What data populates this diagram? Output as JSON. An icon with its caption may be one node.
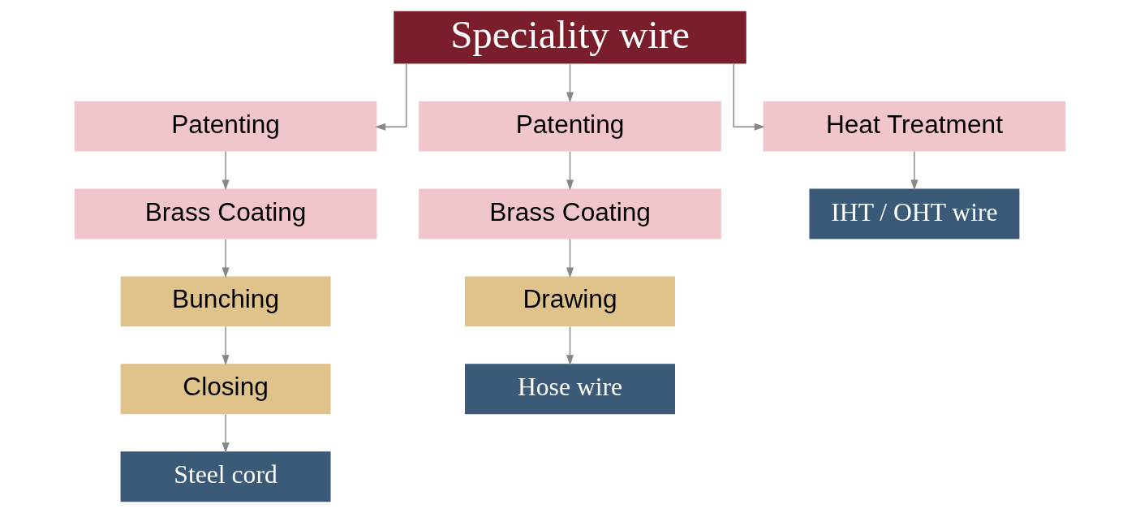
{
  "diagram": {
    "nodes": [
      {
        "text": [
          "Speciality wire"
        ]
      },
      {
        "text": [
          "Patenting"
        ]
      },
      {
        "text": [
          "Patenting"
        ]
      },
      {
        "text": [
          "Heat Treatment"
        ]
      },
      {
        "text": [
          "Brass Coating"
        ]
      },
      {
        "text": [
          "Brass Coating"
        ]
      },
      {
        "text": [
          "IHT / OHT wire"
        ]
      },
      {
        "text": [
          "Bunching"
        ]
      },
      {
        "text": [
          "Drawing"
        ]
      },
      {
        "text": [
          "Closing"
        ]
      },
      {
        "text": [
          "Hose wire"
        ]
      },
      {
        "text": [
          "Steel cord"
        ]
      }
    ],
    "edges": [
      {
        "from": 0,
        "to": 1,
        "arrow": "to"
      },
      {
        "from": 0,
        "to": 2,
        "arrow": "to"
      },
      {
        "from": 0,
        "to": 3,
        "arrow": "to"
      },
      {
        "from": 1,
        "to": 4,
        "arrow": "to"
      },
      {
        "from": 2,
        "to": 5,
        "arrow": "to"
      },
      {
        "from": 3,
        "to": 6,
        "arrow": "to"
      },
      {
        "from": 4,
        "to": 7,
        "arrow": "to"
      },
      {
        "from": 5,
        "to": 8,
        "arrow": "to"
      },
      {
        "from": 7,
        "to": 9,
        "arrow": "to"
      },
      {
        "from": 8,
        "to": 10,
        "arrow": "to"
      },
      {
        "from": 9,
        "to": 11,
        "arrow": "to"
      }
    ]
  }
}
